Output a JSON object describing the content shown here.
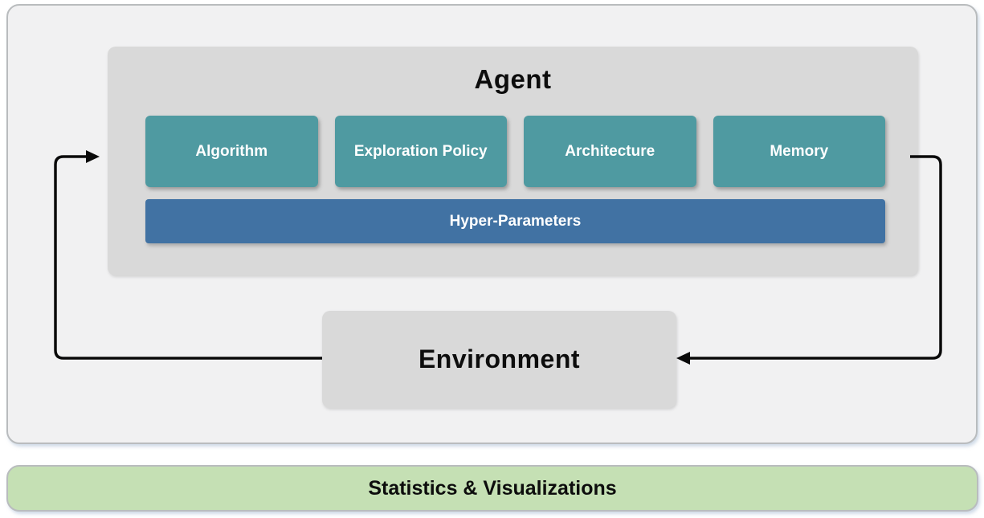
{
  "colors": {
    "teal": "#4f9aa1",
    "blue": "#4172a3",
    "green": "#c5e0b4",
    "box_gray": "#d9d9d9",
    "frame_bg": "#f1f1f2",
    "frame_border": "#b9bcbe",
    "arrow": "#0a0a0a",
    "text_dark": "#0d0d0d",
    "text_light": "#ffffff"
  },
  "diagram": {
    "agent": {
      "title": "Agent",
      "components": [
        {
          "label": "Algorithm"
        },
        {
          "label": "Exploration Policy"
        },
        {
          "label": "Architecture"
        },
        {
          "label": "Memory"
        }
      ],
      "hyper_parameters": {
        "label": "Hyper-Parameters"
      }
    },
    "environment": {
      "label": "Environment"
    },
    "stats_bar": {
      "label": "Statistics & Visualizations"
    }
  }
}
